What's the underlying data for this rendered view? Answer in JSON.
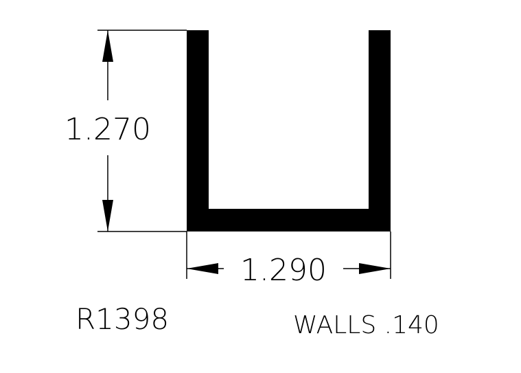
{
  "drawing": {
    "height_dimension": "1.270",
    "width_dimension": "1.290",
    "part_number": "R1398",
    "wall_note": "WALLS .140",
    "ink_color": "#000000",
    "paper_color": "#ffffff"
  }
}
